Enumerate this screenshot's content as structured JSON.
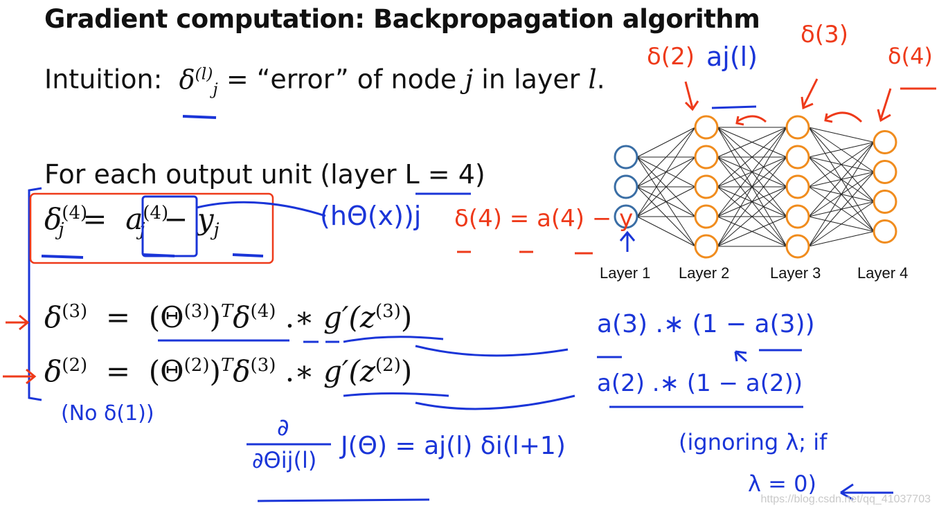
{
  "slide": {
    "title": "Gradient computation: Backpropagation algorithm",
    "intuition": {
      "prefix": "Intuition:",
      "suffix": "= “error” of node",
      "j": "j",
      "mid": "in layer",
      "l": "l",
      "end": "."
    },
    "for_each": "For each output unit (layer L = 4)",
    "equations": {
      "eq4": {
        "delta": "δ",
        "sup": "(4)",
        "sub": "j",
        "rhs_a": "a",
        "rhs_sup": "(4)",
        "rhs_sub": "j",
        "minus": "−",
        "y": "y",
        "y_sub": "j",
        "equals": "="
      },
      "eq3": {
        "lhs": "δ",
        "lhs_sup": "(3)",
        "equals": "=",
        "open": "(Θ",
        "theta_sup": "(3)",
        "close": ")",
        "T": "T",
        "delta": "δ",
        "delta_sup": "(4)",
        "op": ".∗",
        "g": "g′(z",
        "z_sup": "(3)",
        "end": ")"
      },
      "eq2": {
        "lhs": "δ",
        "lhs_sup": "(2)",
        "equals": "=",
        "open": "(Θ",
        "theta_sup": "(2)",
        "close": ")",
        "T": "T",
        "delta": "δ",
        "delta_sup": "(3)",
        "op": ".∗",
        "g": "g′(z",
        "z_sup": "(2)",
        "end": ")"
      }
    },
    "network": {
      "layers": [
        {
          "label": "Layer 1",
          "nodes": 3,
          "color": "#3a6ea5"
        },
        {
          "label": "Layer 2",
          "nodes": 5,
          "color": "#f08c1e"
        },
        {
          "label": "Layer 3",
          "nodes": 5,
          "color": "#f08c1e"
        },
        {
          "label": "Layer 4",
          "nodes": 4,
          "color": "#f08c1e"
        }
      ]
    },
    "annotations": {
      "h_theta": "(hΘ(x))j",
      "red_eq": "δ(4) = a(4) − y",
      "a3_expr": "a(3) .∗ (1 − a(3))",
      "a2_expr": "a(2) .∗ (1 − a(2))",
      "no_delta1": "(No   δ(1))",
      "deriv_num": "∂",
      "deriv_den": "∂Θij(l)",
      "deriv_J": "J(Θ) = aj(l) δi(l+1)",
      "ignoring": "(ignoring λ; if",
      "lambda_zero": "λ = 0)",
      "top_a": "aj(l)",
      "delta2": "δ(2)",
      "delta3": "δ(3)",
      "delta4": "δ(4)"
    },
    "watermark": "https://blog.csdn.net/qq_41037703",
    "colors": {
      "ink_blue": "#1a35d8",
      "ink_red": "#ee3a1a",
      "node_orange": "#f08c1e",
      "node_blue": "#3a6ea5"
    }
  }
}
